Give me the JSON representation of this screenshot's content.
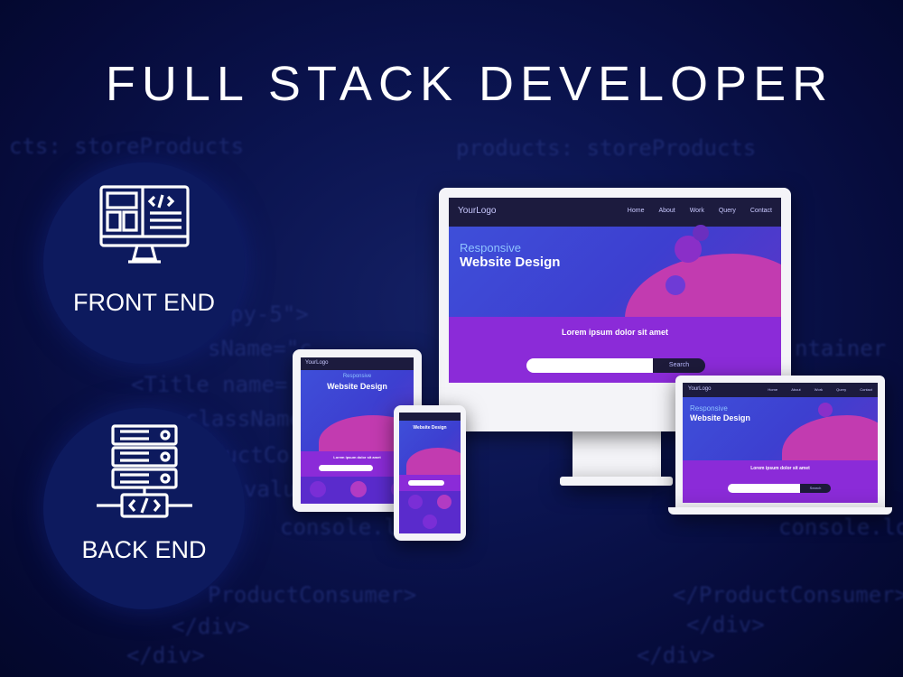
{
  "title": "FULL STACK DEVELOPER",
  "front_end": {
    "label": "FRONT END",
    "icon": "frontend-monitor-code-icon"
  },
  "back_end": {
    "label": "BACK END",
    "icon": "backend-server-code-icon"
  },
  "background_code": [
    "cts: storeProducts",
    "products: storeProducts",
    "py-5\">",
    "sName=\"c",
    "<Title name=",
    "className",
    "roductCo",
    "valu",
    "console.lo",
    "ProductConsumer>",
    "</div>",
    "</div>",
    "</ProductConsumer>",
    "</div>",
    "</div>",
    "ntainer",
    "console.lo"
  ],
  "mockup": {
    "logo": "YourLogo",
    "nav": [
      "Home",
      "About",
      "Work",
      "Query",
      "Contact"
    ],
    "hero_small": "Responsive",
    "hero_big": "Website Design",
    "band_text": "Lorem ipsum dolor sit amet",
    "search_button": "Search"
  },
  "colors": {
    "background": "#060b3a",
    "circle": "#0d1a5e",
    "hero": "#3e4fd9",
    "band": "#8b2bd8",
    "blob": "#c23bb0",
    "navbar": "#1c1b3e"
  }
}
